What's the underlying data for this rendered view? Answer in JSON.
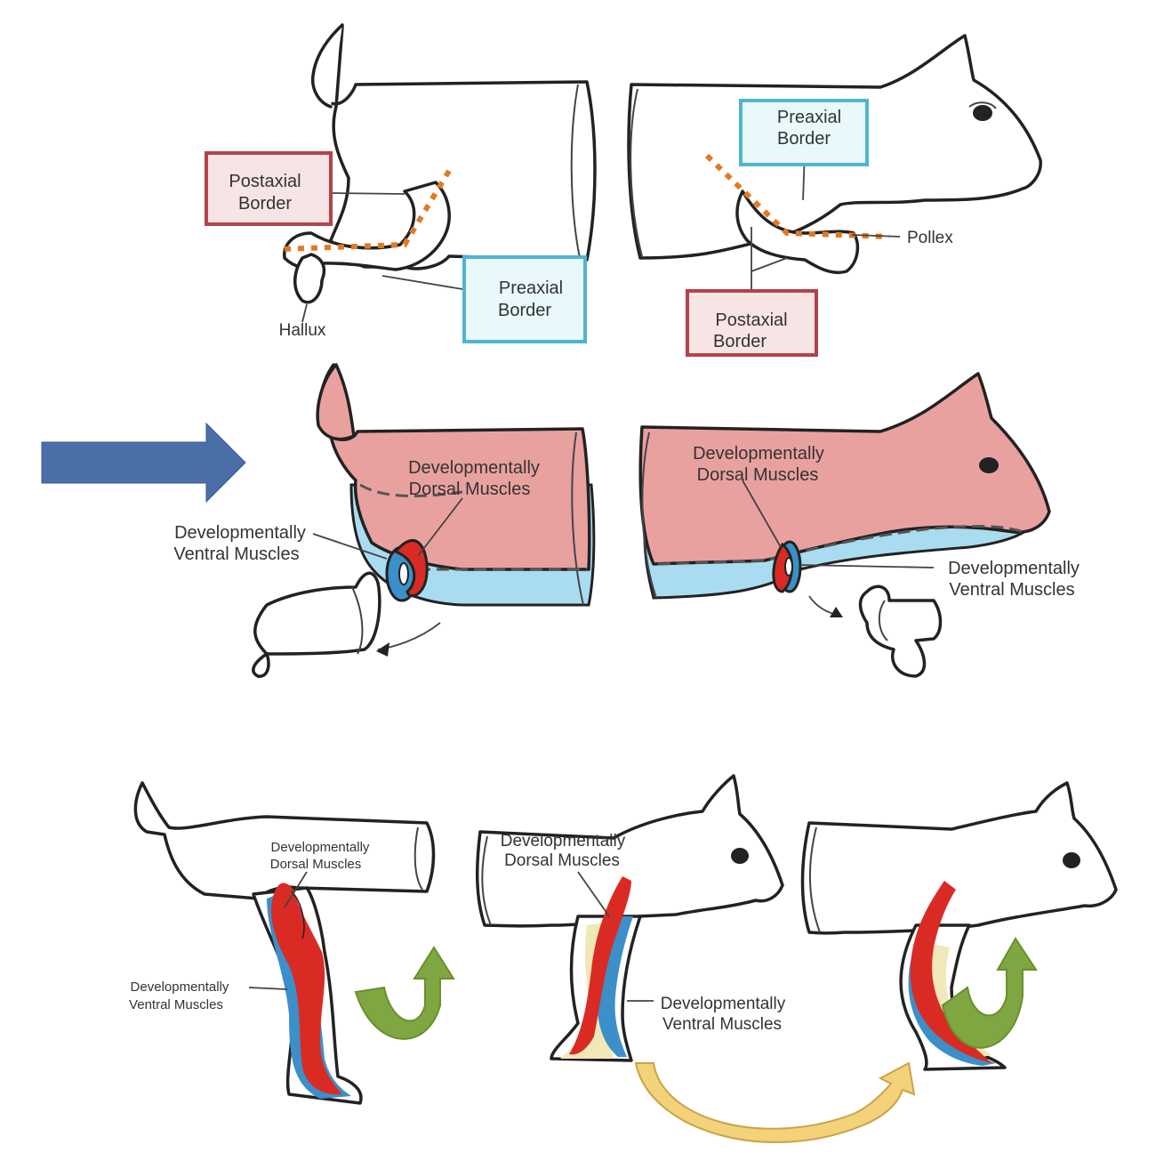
{
  "panel_top": {
    "hind": {
      "postaxial_label": [
        "Postaxial",
        "Border"
      ],
      "preaxial_label": [
        "Preaxial",
        "Border"
      ],
      "digit_label": "Hallux"
    },
    "fore": {
      "preaxial_label": [
        "Preaxial",
        "Border"
      ],
      "postaxial_label": [
        "Postaxial",
        "Border"
      ],
      "digit_label": "Pollex"
    }
  },
  "panel_middle": {
    "hind": {
      "dorsal_label": [
        "Developmentally",
        "Dorsal Muscles"
      ],
      "ventral_label": [
        "Developmentally",
        "Ventral Muscles"
      ]
    },
    "fore": {
      "dorsal_label": [
        "Developmentally",
        "Dorsal Muscles"
      ],
      "ventral_label": [
        "Developmentally",
        "Ventral Muscles"
      ]
    }
  },
  "panel_bottom": {
    "hind": {
      "dorsal_label": [
        "Developmentally",
        "Dorsal Muscles"
      ],
      "ventral_label": [
        "Developmentally",
        "Ventral Muscles"
      ]
    },
    "fore": {
      "dorsal_label": [
        "Developmentally",
        "Dorsal Muscles"
      ],
      "ventral_label": [
        "Developmentally",
        "Ventral Muscles"
      ]
    }
  },
  "colors": {
    "postaxial_box": "#b5424a",
    "preaxial_box": "#4fb5cf",
    "border_line": "#e07a24",
    "dorsal_region": "#e9a1a0",
    "ventral_region": "#a9dcf0",
    "dorsal_muscle": "#d92b24",
    "ventral_muscle": "#3c8fc9",
    "rotation_arrow": "#7fa640",
    "transition_arrow": "#f3d27a",
    "pointer_arrow": "#4a6fa8"
  }
}
